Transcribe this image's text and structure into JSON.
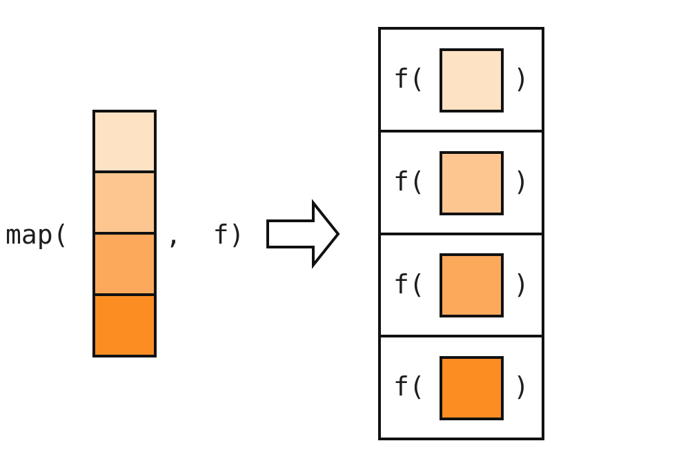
{
  "input": {
    "prefix": "map(",
    "suffix": ",  f)",
    "elements": [
      {
        "color": "#FDE2C4"
      },
      {
        "color": "#FDC690"
      },
      {
        "color": "#FCA95C"
      },
      {
        "color": "#FC8D23"
      }
    ]
  },
  "arrow": {
    "icon": "right-arrow-icon"
  },
  "output": {
    "items": [
      {
        "open": "f(",
        "close": ")",
        "color": "#FDE2C4"
      },
      {
        "open": "f(",
        "close": ")",
        "color": "#FDC690"
      },
      {
        "open": "f(",
        "close": ")",
        "color": "#FCA95C"
      },
      {
        "open": "f(",
        "close": ")",
        "color": "#FC8D23"
      }
    ]
  }
}
